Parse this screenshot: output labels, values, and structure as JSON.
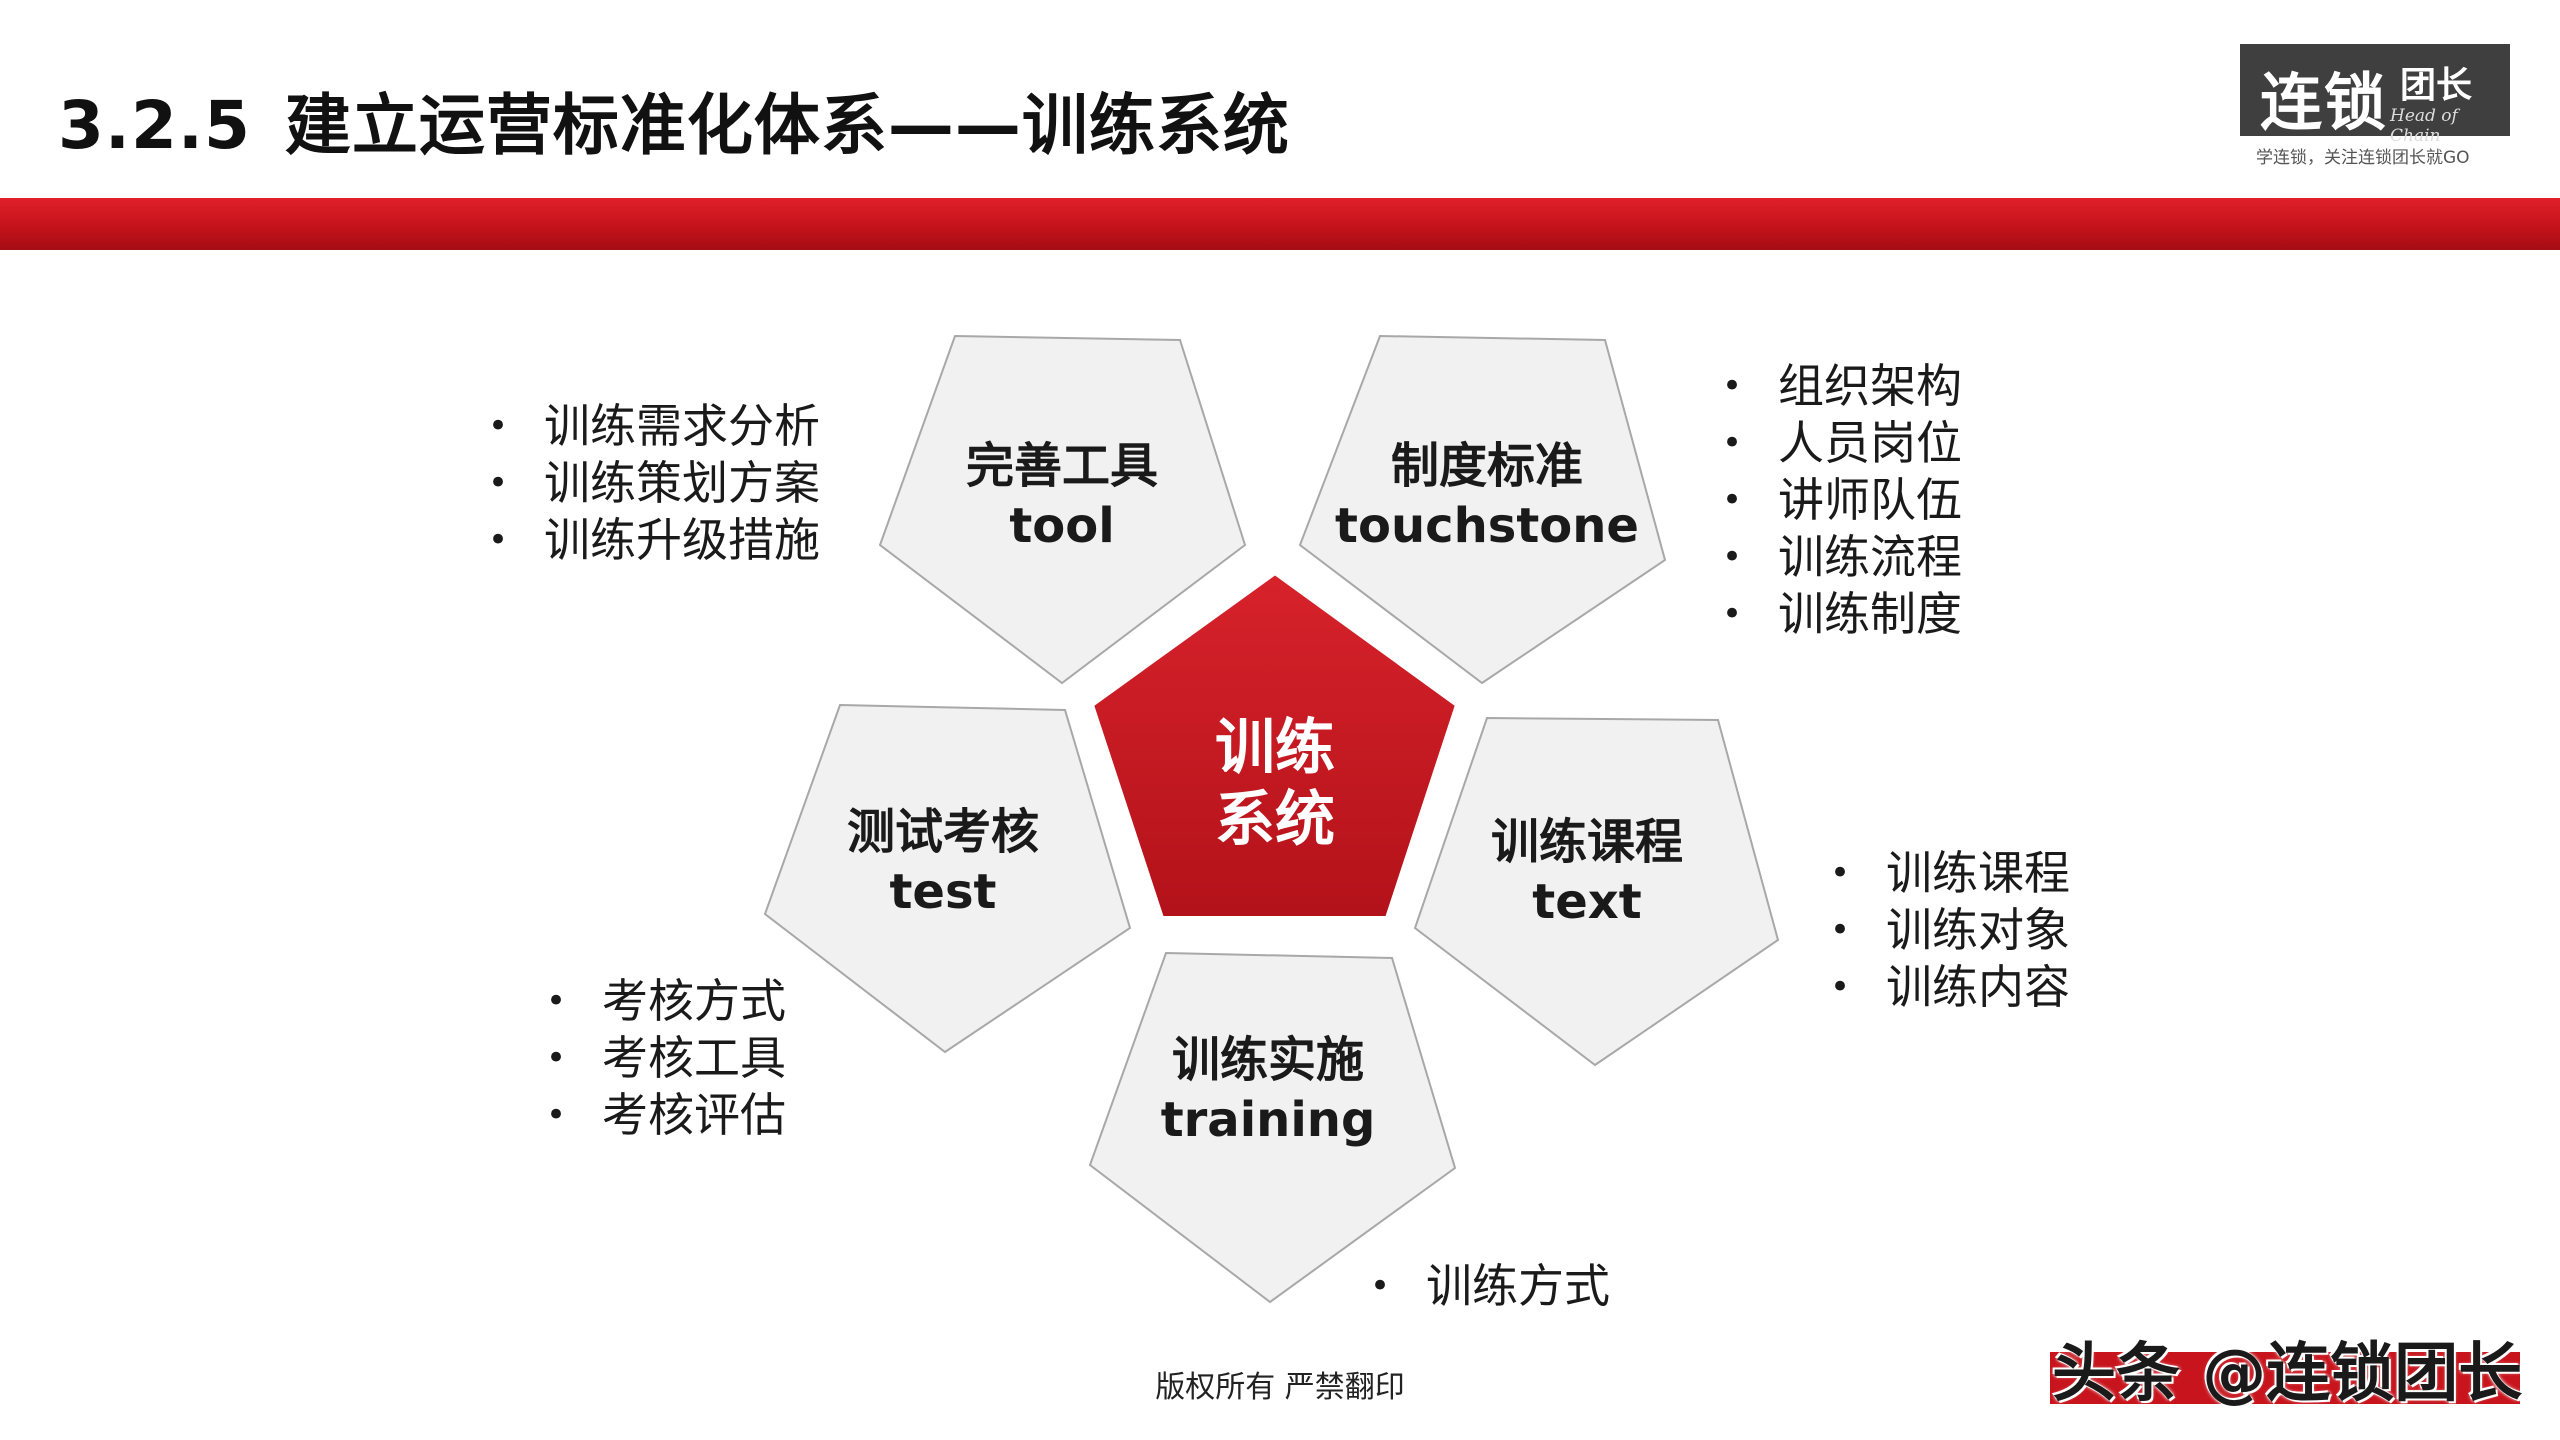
{
  "header": {
    "section_number": "3.2.5",
    "title": "建立运营标准化体系——训练系统"
  },
  "logo": {
    "text_big": "连锁",
    "text_small": "团长",
    "text_en": "Head of Chain",
    "tagline": "学连锁，关注连锁团长就GO"
  },
  "diagram": {
    "center": {
      "line1": "训练",
      "line2": "系统"
    },
    "nodes": {
      "tool": {
        "cn": "完善工具",
        "en": "tool"
      },
      "touchstone": {
        "cn": "制度标准",
        "en": "touchstone"
      },
      "test": {
        "cn": "测试考核",
        "en": "test"
      },
      "text": {
        "cn": "训练课程",
        "en": "text"
      },
      "training": {
        "cn": "训练实施",
        "en": "training"
      }
    },
    "lists": {
      "tool": [
        "训练需求分析",
        "训练策划方案",
        "训练升级措施"
      ],
      "touchstone": [
        "组织架构",
        "人员岗位",
        "讲师队伍",
        "训练流程",
        "训练制度"
      ],
      "test": [
        "考核方式",
        "考核工具",
        "考核评估"
      ],
      "text": [
        "训练课程",
        "训练对象",
        "训练内容"
      ],
      "training": [
        "训练方式"
      ]
    }
  },
  "footer": {
    "copyright": "版权所有  严禁翻印",
    "watermark": "头条 @连锁团长"
  },
  "colors": {
    "accent_red": "#c8141c",
    "pentagon_fill": "#f1f1f1",
    "pentagon_stroke": "#a8a8a8"
  }
}
